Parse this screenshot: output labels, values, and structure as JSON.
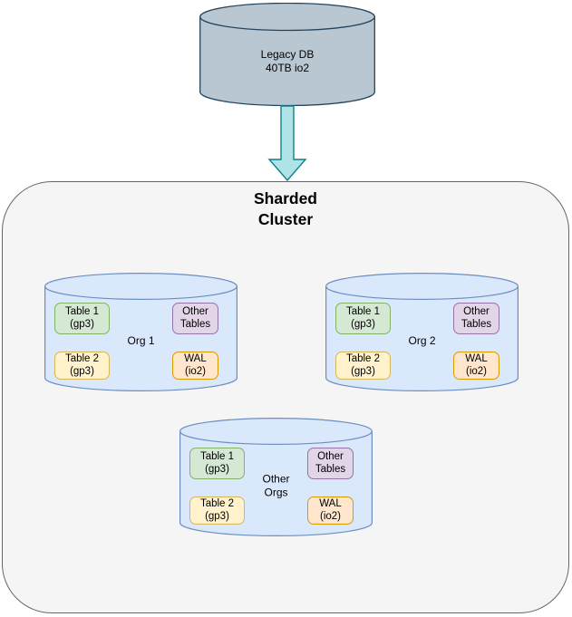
{
  "colors": {
    "legacy_db_fill": "#B9C7D2",
    "legacy_db_stroke": "#23445D",
    "arrow_fill": "#B0E3E6",
    "arrow_stroke": "#0E8088",
    "cluster_fill": "#F5F5F5",
    "cluster_stroke": "#666666",
    "shard_fill": "#DAE8FC",
    "shard_stroke": "#6C8EBF",
    "table1_fill": "#D5E8D4",
    "table1_stroke": "#82B366",
    "other_tables_fill": "#E1D5E7",
    "other_tables_stroke": "#9673A6",
    "table2_fill": "#FFF2CC",
    "table2_stroke": "#D6B656",
    "wal_fill": "#FFE6CC",
    "wal_stroke": "#D79B00"
  },
  "legacy_db": {
    "label": "Legacy DB\n40TB io2"
  },
  "cluster": {
    "title": "Sharded\nCluster"
  },
  "shards": [
    {
      "label": "Org 1",
      "boxes": [
        {
          "label": "Table 1\n(gp3)"
        },
        {
          "label": "Other\nTables"
        },
        {
          "label": "Table 2\n(gp3)"
        },
        {
          "label": "WAL\n(io2)"
        }
      ]
    },
    {
      "label": "Org 2",
      "boxes": [
        {
          "label": "Table 1\n(gp3)"
        },
        {
          "label": "Other\nTables"
        },
        {
          "label": "Table 2\n(gp3)"
        },
        {
          "label": "WAL\n(io2)"
        }
      ]
    },
    {
      "label": "Other\nOrgs",
      "boxes": [
        {
          "label": "Table 1\n(gp3)"
        },
        {
          "label": "Other\nTables"
        },
        {
          "label": "Table 2\n(gp3)"
        },
        {
          "label": "WAL\n(io2)"
        }
      ]
    }
  ]
}
